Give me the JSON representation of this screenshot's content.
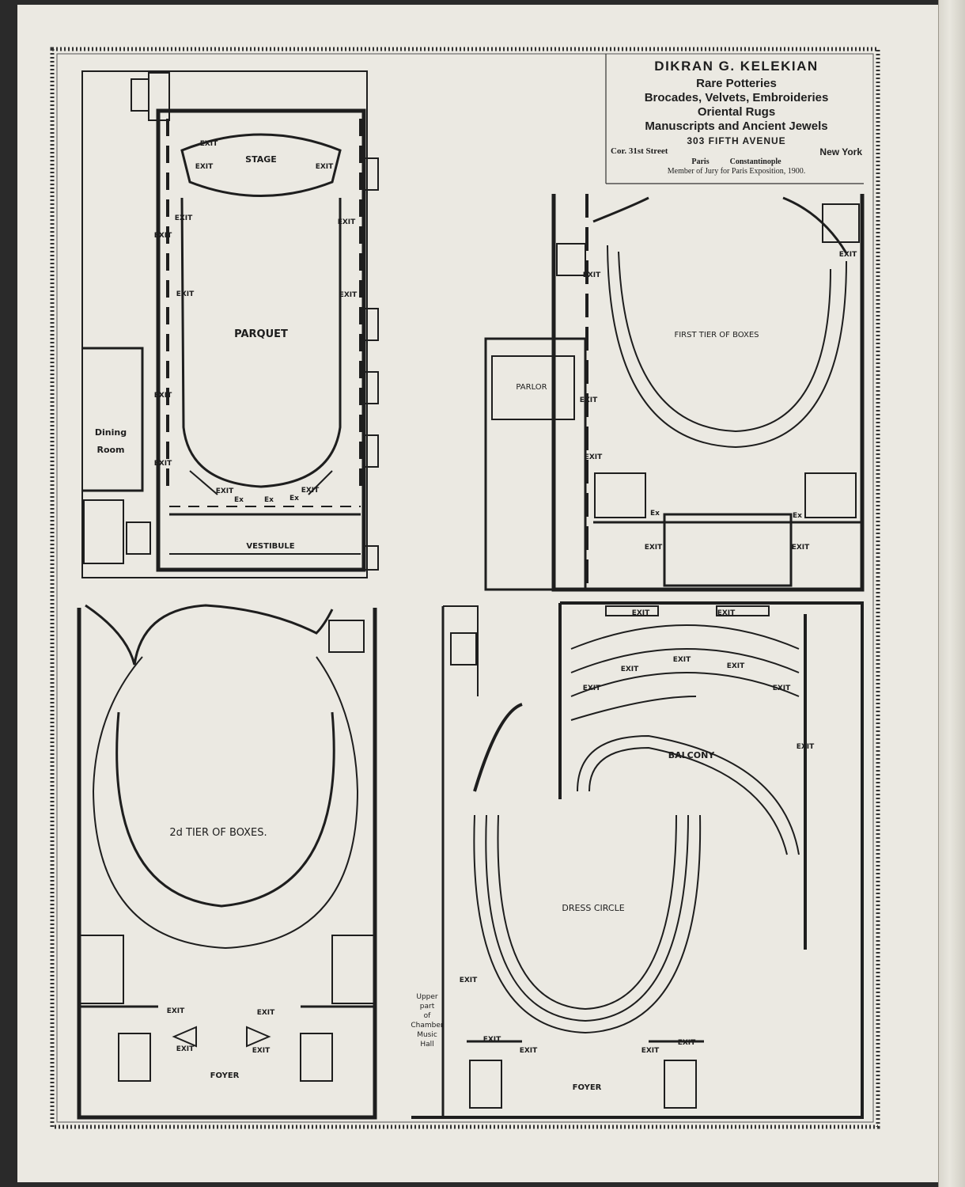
{
  "advertisement": {
    "name": "DIKRAN G. KELEKIAN",
    "lines": [
      "Rare Potteries",
      "Brocades, Velvets, Embroideries",
      "Oriental Rugs",
      "Manuscripts and Ancient Jewels"
    ],
    "address": "303 FIFTH AVENUE",
    "corner": "Cor. 31st Street",
    "city": "New York",
    "branch1": "Paris",
    "branch2": "Constantinople",
    "jury": "Member of Jury for Paris Exposition, 1900."
  },
  "plans": {
    "parquet": {
      "stage": "STAGE",
      "parquet": "PARQUET",
      "vestibule": "VESTIBULE",
      "dining1": "Dining",
      "dining2": "Room",
      "exit": "EXIT",
      "ex": "Ex"
    },
    "first_tier": {
      "title": "FIRST TIER OF BOXES",
      "parlor": "PARLOR",
      "exit": "EXIT",
      "ex": "Ex"
    },
    "second_tier": {
      "title": "2d TIER OF BOXES.",
      "foyer": "FOYER",
      "exit": "EXIT"
    },
    "balcony": {
      "balcony": "BALCONY",
      "dress_circle": "DRESS CIRCLE",
      "foyer": "FOYER",
      "exit": "EXIT",
      "upper1": "Upper",
      "upper2": "part",
      "upper3": "of",
      "upper4": "Chamber",
      "upper5": "Music",
      "upper6": "Hall"
    }
  },
  "colors": {
    "paper": "#ebe9e2",
    "ink": "#1e1e1e",
    "backdrop": "#2a2a2a"
  }
}
